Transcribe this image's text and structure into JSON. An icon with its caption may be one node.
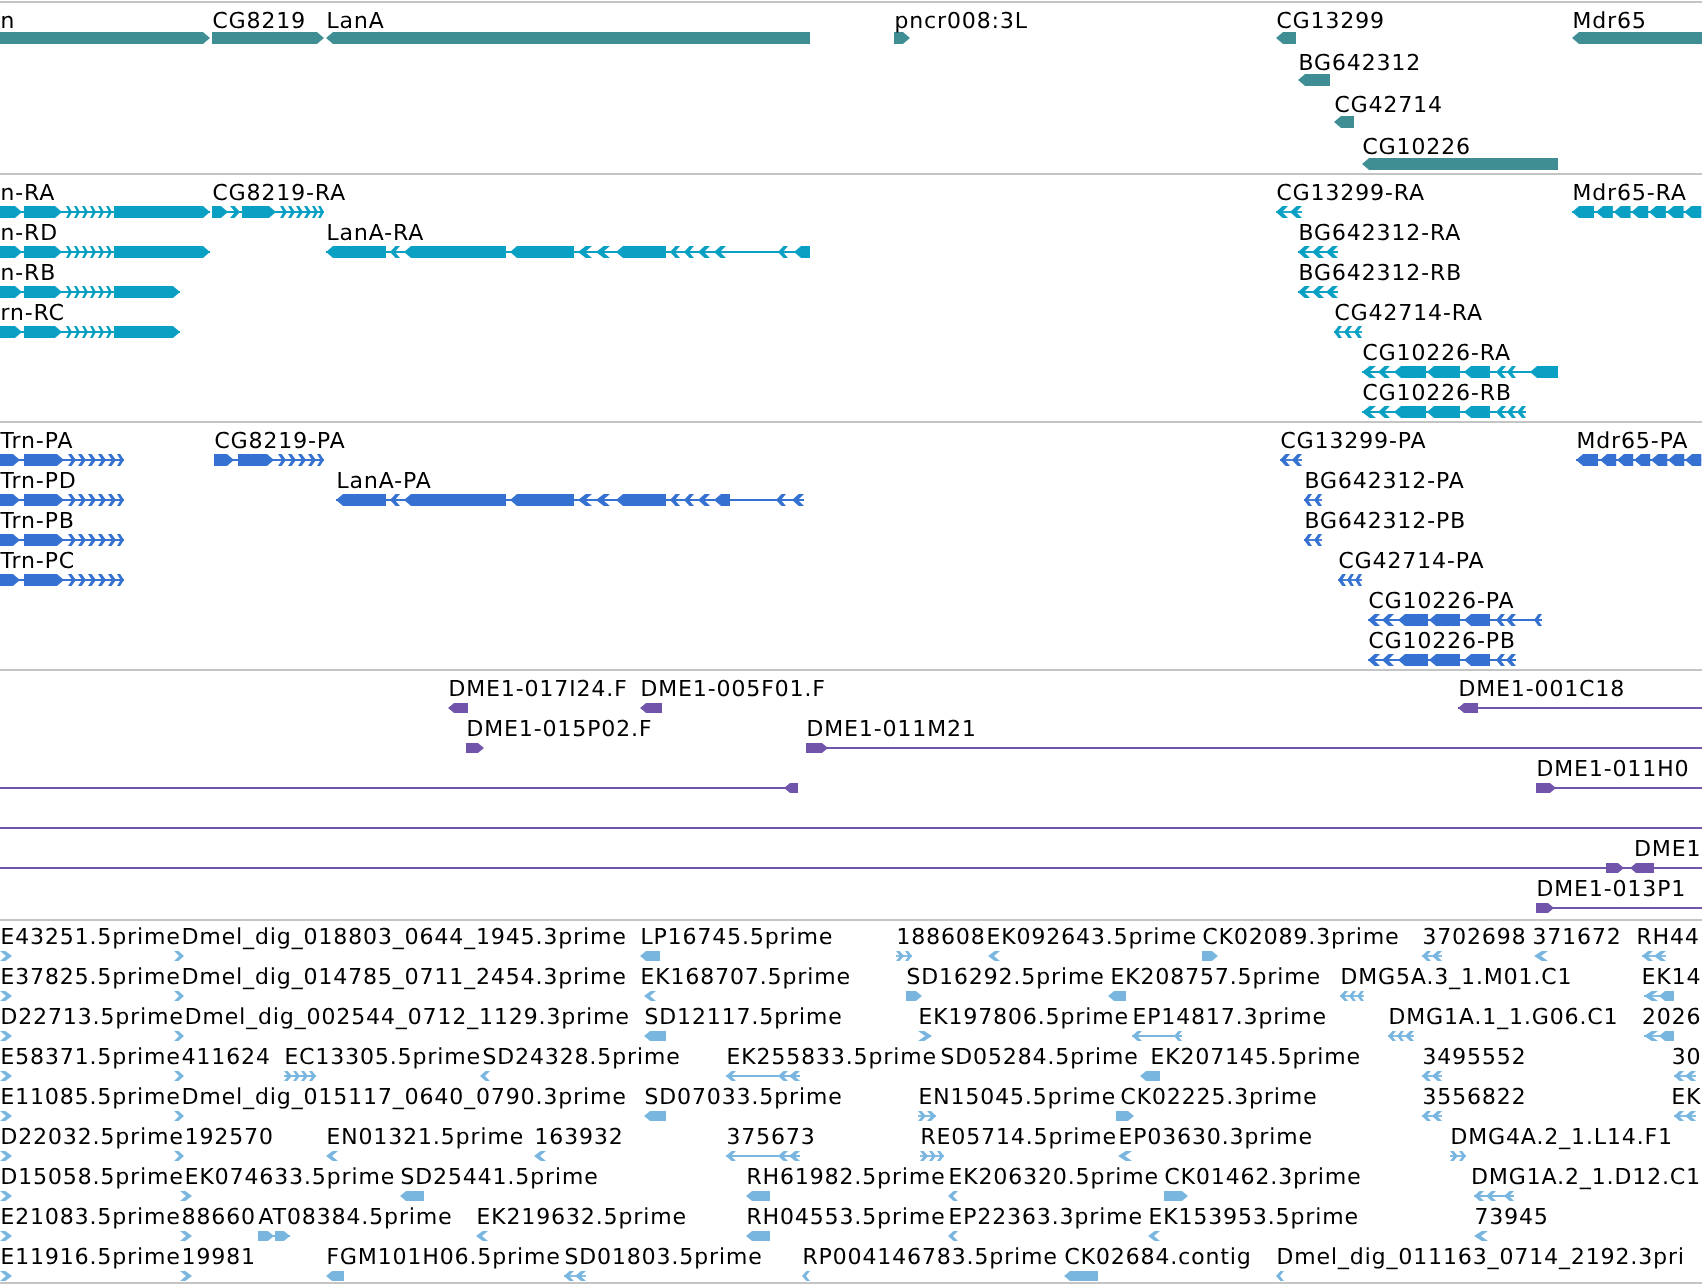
{
  "diagram": {
    "labels": [
      "n",
      "CG8219",
      "LanA",
      "pncr008:3L",
      "CG13299",
      "Mdr65",
      "BG642312",
      "CG42714",
      "CG10226",
      "n-RA",
      "CG8219-RA",
      "CG13299-RA",
      "Mdr65-RA",
      "n-RD",
      "LanA-RA",
      "BG642312-RA",
      "n-RB",
      "BG642312-RB",
      "rn-RC",
      "CG42714-RA",
      "CG10226-RA",
      "CG10226-RB",
      "Trn-PA",
      "CG8219-PA",
      "CG13299-PA",
      "Mdr65-PA",
      "Trn-PD",
      "LanA-PA",
      "BG642312-PA",
      "Trn-PB",
      "BG642312-PB",
      "Trn-PC",
      "CG42714-PA",
      "CG10226-PA",
      "CG10226-PB",
      "DME1-017I24.F",
      "DME1-005F01.F",
      "DME1-001C18",
      "DME1-015P02.F",
      "DME1-011M21",
      "DME1-011H0",
      "DME1",
      "DME1-013P1",
      "E43251.5prime",
      "Dmel_dig_018803_0644_1945.3prime",
      "LP16745.5prime",
      "188608",
      "EK092643.5prime",
      "CK02089.3prime",
      "3702698",
      "371672",
      "RH44",
      "E37825.5prime",
      "Dmel_dig_014785_0711_2454.3prime",
      "EK168707.5prime",
      "SD16292.5prime",
      "EK208757.5prime",
      "DMG5A.3_1.M01.C1",
      "EK14",
      "D22713.5prime",
      "Dmel_dig_002544_0712_1129.3prime",
      "SD12117.5prime",
      "EK197806.5prime",
      "EP14817.3prime",
      "DMG1A.1_1.G06.C1",
      "2026",
      "E58371.5prime",
      "411624",
      "EC13305.5prime",
      "SD24328.5prime",
      "EK255833.5prime",
      "SD05284.5prime",
      "EK207145.5prime",
      "3495552",
      "30",
      "E11085.5prime",
      "Dmel_dig_015117_0640_0790.3prime",
      "SD07033.5prime",
      "EN15045.5prime",
      "CK02225.3prime",
      "3556822",
      "EK",
      "D22032.5prime",
      "192570",
      "EN01321.5prime",
      "163932",
      "375673",
      "RE05714.5prime",
      "EP03630.3prime",
      "DMG4A.2_1.L14.F1",
      "D15058.5prime",
      "EK074633.5prime",
      "SD25441.5prime",
      "RH61982.5prime",
      "EK206320.5prime",
      "CK01462.3prime",
      "DMG1A.2_1.D12.C1",
      "E21083.5prime",
      "88660",
      "AT08384.5prime",
      "EK219632.5prime",
      "RH04553.5prime",
      "EP22363.3prime",
      "EK153953.5prime",
      "73945",
      "E11916.5prime",
      "19981",
      "FGM101H06.5prime",
      "SD01803.5prime",
      "RP004146783.5prime",
      "CK02684.contig",
      "Dmel_dig_011163_0714_2192.3pri"
    ]
  }
}
